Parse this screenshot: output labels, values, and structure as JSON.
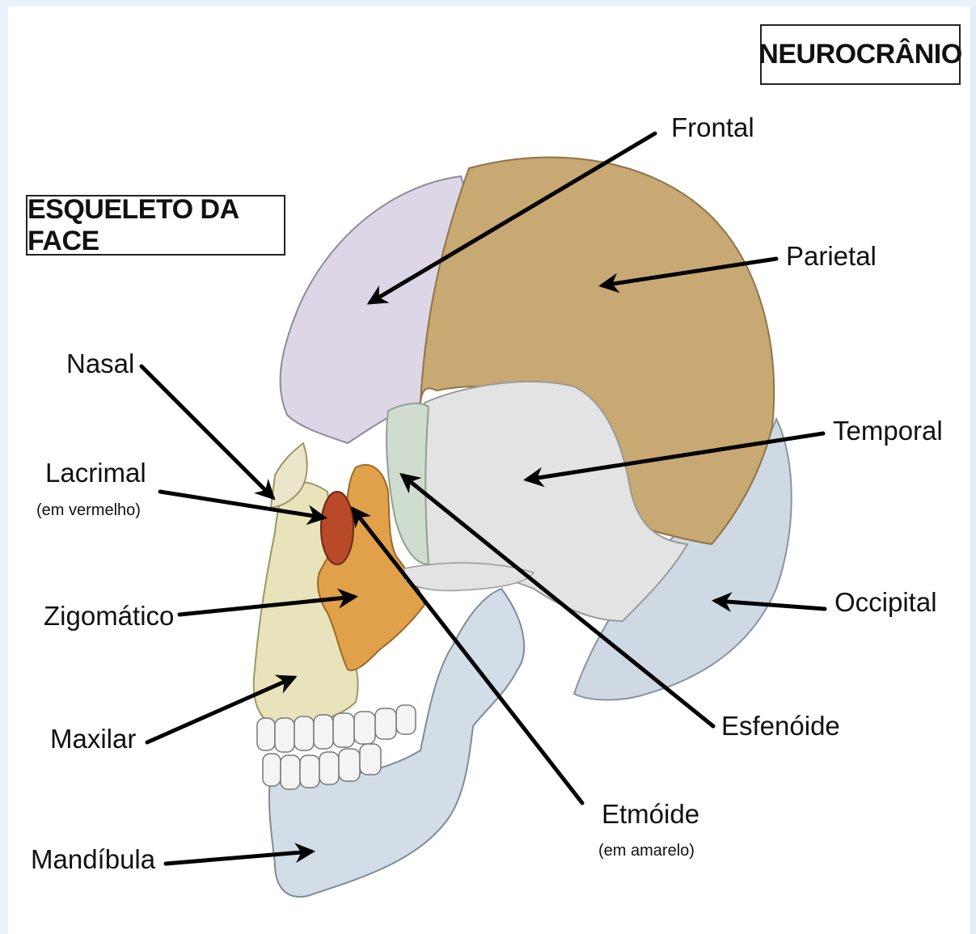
{
  "boxes": {
    "neurocranio": "NEUROCRÂNIO",
    "face": "ESQUELETO DA FACE"
  },
  "labels": {
    "frontal": "Frontal",
    "parietal": "Parietal",
    "temporal": "Temporal",
    "occipital": "Occipital",
    "esfenoide": "Esfenóide",
    "etmoide": "Etmóide",
    "etmoide_note": "(em amarelo)",
    "nasal": "Nasal",
    "lacrimal": "Lacrimal",
    "lacrimal_note": "(em vermelho)",
    "zigomatico": "Zigomático",
    "maxilar": "Maxilar",
    "mandibula": "Mandíbula"
  },
  "colors": {
    "frontal": "#ddd6e6",
    "parietal": "#c8a873",
    "temporal": "#e3e3e3",
    "occipital": "#cfd9e4",
    "esfenoide": "#cfdccf",
    "zigomatico": "#e0a14a",
    "lacrimal": "#b84a2a",
    "maxilar": "#e9e3bb",
    "mandibula": "#d2dde8",
    "teeth": "#f4f4f4",
    "arrow": "#000000"
  }
}
